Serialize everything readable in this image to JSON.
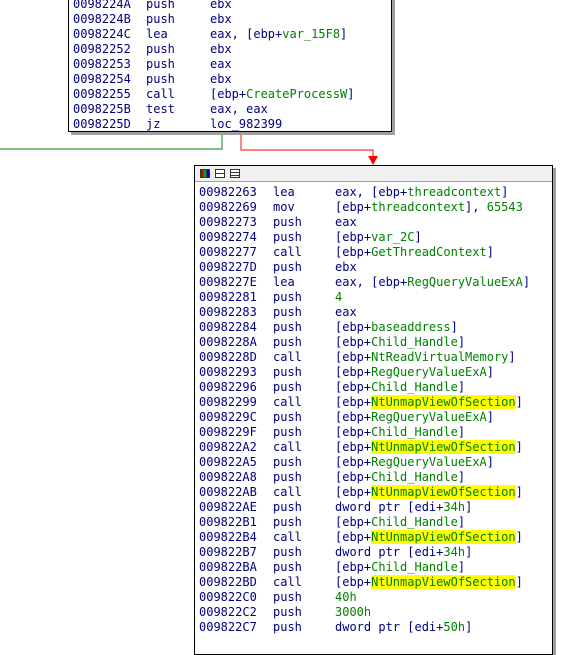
{
  "top_block": {
    "lines": [
      {
        "addr": "0098224A",
        "mnem": "push",
        "ops": [
          {
            "t": "ebx"
          }
        ]
      },
      {
        "addr": "0098224B",
        "mnem": "push",
        "ops": [
          {
            "t": "ebx"
          }
        ]
      },
      {
        "addr": "0098224C",
        "mnem": "lea",
        "ops": [
          {
            "t": "eax, [ebp+"
          },
          {
            "t": "var_15F8",
            "c": "green"
          },
          {
            "t": "]"
          }
        ]
      },
      {
        "addr": "00982252",
        "mnem": "push",
        "ops": [
          {
            "t": "ebx"
          }
        ]
      },
      {
        "addr": "00982253",
        "mnem": "push",
        "ops": [
          {
            "t": "eax"
          }
        ]
      },
      {
        "addr": "00982254",
        "mnem": "push",
        "ops": [
          {
            "t": "ebx"
          }
        ]
      },
      {
        "addr": "00982255",
        "mnem": "call",
        "ops": [
          {
            "t": "[ebp+"
          },
          {
            "t": "CreateProcessW",
            "c": "green"
          },
          {
            "t": "]"
          }
        ]
      },
      {
        "addr": "0098225B",
        "mnem": "test",
        "ops": [
          {
            "t": "eax, eax"
          }
        ]
      },
      {
        "addr": "0098225D",
        "mnem": "jz",
        "ops": [
          {
            "t": "loc_982399"
          }
        ]
      }
    ]
  },
  "bottom_block": {
    "header_icons": [
      "color-palette-icon",
      "graph-icon",
      "text-view-icon"
    ],
    "lines": [
      {
        "addr": "00982263",
        "mnem": "lea",
        "ops": [
          {
            "t": "eax, [ebp+"
          },
          {
            "t": "threadcontext",
            "c": "green"
          },
          {
            "t": "]"
          }
        ]
      },
      {
        "addr": "00982269",
        "mnem": "mov",
        "ops": [
          {
            "t": "[ebp+"
          },
          {
            "t": "threadcontext",
            "c": "green"
          },
          {
            "t": "], "
          },
          {
            "t": "65543",
            "c": "green"
          }
        ]
      },
      {
        "addr": "00982273",
        "mnem": "push",
        "ops": [
          {
            "t": "eax"
          }
        ]
      },
      {
        "addr": "00982274",
        "mnem": "push",
        "ops": [
          {
            "t": "[ebp+"
          },
          {
            "t": "var_2C",
            "c": "green"
          },
          {
            "t": "]"
          }
        ]
      },
      {
        "addr": "00982277",
        "mnem": "call",
        "ops": [
          {
            "t": "[ebp+"
          },
          {
            "t": "GetThreadContext",
            "c": "green"
          },
          {
            "t": "]"
          }
        ]
      },
      {
        "addr": "0098227D",
        "mnem": "push",
        "ops": [
          {
            "t": "ebx"
          }
        ]
      },
      {
        "addr": "0098227E",
        "mnem": "lea",
        "ops": [
          {
            "t": "eax, [ebp+"
          },
          {
            "t": "RegQueryValueExA",
            "c": "green"
          },
          {
            "t": "]"
          }
        ]
      },
      {
        "addr": "00982281",
        "mnem": "push",
        "ops": [
          {
            "t": "4",
            "c": "green"
          }
        ]
      },
      {
        "addr": "00982283",
        "mnem": "push",
        "ops": [
          {
            "t": "eax"
          }
        ]
      },
      {
        "addr": "00982284",
        "mnem": "push",
        "ops": [
          {
            "t": "[ebp+"
          },
          {
            "t": "baseaddress",
            "c": "green"
          },
          {
            "t": "]"
          }
        ]
      },
      {
        "addr": "0098228A",
        "mnem": "push",
        "ops": [
          {
            "t": "[ebp+"
          },
          {
            "t": "Child_Handle",
            "c": "green"
          },
          {
            "t": "]"
          }
        ]
      },
      {
        "addr": "0098228D",
        "mnem": "call",
        "ops": [
          {
            "t": "[ebp+"
          },
          {
            "t": "NtReadVirtualMemory",
            "c": "green"
          },
          {
            "t": "]"
          }
        ]
      },
      {
        "addr": "00982293",
        "mnem": "push",
        "ops": [
          {
            "t": "[ebp+"
          },
          {
            "t": "RegQueryValueExA",
            "c": "green"
          },
          {
            "t": "]"
          }
        ]
      },
      {
        "addr": "00982296",
        "mnem": "push",
        "ops": [
          {
            "t": "[ebp+"
          },
          {
            "t": "Child_Handle",
            "c": "green"
          },
          {
            "t": "]"
          }
        ]
      },
      {
        "addr": "00982299",
        "mnem": "call",
        "ops": [
          {
            "t": "[ebp+"
          },
          {
            "t": "NtUnmapViewOfSection",
            "c": "green",
            "hl": true
          },
          {
            "t": "]"
          }
        ]
      },
      {
        "addr": "0098229C",
        "mnem": "push",
        "ops": [
          {
            "t": "[ebp+"
          },
          {
            "t": "RegQueryValueExA",
            "c": "green"
          },
          {
            "t": "]"
          }
        ]
      },
      {
        "addr": "0098229F",
        "mnem": "push",
        "ops": [
          {
            "t": "[ebp+"
          },
          {
            "t": "Child_Handle",
            "c": "green"
          },
          {
            "t": "]"
          }
        ]
      },
      {
        "addr": "009822A2",
        "mnem": "call",
        "ops": [
          {
            "t": "[ebp+"
          },
          {
            "t": "NtUnmapViewOfSection",
            "c": "green",
            "hl": true
          },
          {
            "t": "]"
          }
        ]
      },
      {
        "addr": "009822A5",
        "mnem": "push",
        "ops": [
          {
            "t": "[ebp+"
          },
          {
            "t": "RegQueryValueExA",
            "c": "green"
          },
          {
            "t": "]"
          }
        ]
      },
      {
        "addr": "009822A8",
        "mnem": "push",
        "ops": [
          {
            "t": "[ebp+"
          },
          {
            "t": "Child_Handle",
            "c": "green"
          },
          {
            "t": "]"
          }
        ]
      },
      {
        "addr": "009822AB",
        "mnem": "call",
        "ops": [
          {
            "t": "[ebp+"
          },
          {
            "t": "NtUnmapViewOfSection",
            "c": "green",
            "hl": true
          },
          {
            "t": "]"
          }
        ]
      },
      {
        "addr": "009822AE",
        "mnem": "push",
        "ops": [
          {
            "t": "dword ptr [edi+"
          },
          {
            "t": "34h",
            "c": "green"
          },
          {
            "t": "]"
          }
        ]
      },
      {
        "addr": "009822B1",
        "mnem": "push",
        "ops": [
          {
            "t": "[ebp+"
          },
          {
            "t": "Child_Handle",
            "c": "green"
          },
          {
            "t": "]"
          }
        ]
      },
      {
        "addr": "009822B4",
        "mnem": "call",
        "ops": [
          {
            "t": "[ebp+"
          },
          {
            "t": "NtUnmapViewOfSection",
            "c": "green",
            "hl": true
          },
          {
            "t": "]"
          }
        ]
      },
      {
        "addr": "009822B7",
        "mnem": "push",
        "ops": [
          {
            "t": "dword ptr [edi+"
          },
          {
            "t": "34h",
            "c": "green"
          },
          {
            "t": "]"
          }
        ]
      },
      {
        "addr": "009822BA",
        "mnem": "push",
        "ops": [
          {
            "t": "[ebp+"
          },
          {
            "t": "Child_Handle",
            "c": "green"
          },
          {
            "t": "]"
          }
        ]
      },
      {
        "addr": "009822BD",
        "mnem": "call",
        "ops": [
          {
            "t": "[ebp+"
          },
          {
            "t": "NtUnmapViewOfSection",
            "c": "green",
            "hl": true
          },
          {
            "t": "]"
          }
        ]
      },
      {
        "addr": "009822C0",
        "mnem": "push",
        "ops": [
          {
            "t": "40h",
            "c": "green"
          }
        ]
      },
      {
        "addr": "009822C2",
        "mnem": "push",
        "ops": [
          {
            "t": "3000h",
            "c": "green"
          }
        ]
      },
      {
        "addr": "009822C7",
        "mnem": "push",
        "ops": [
          {
            "t": "dword ptr [edi+"
          },
          {
            "t": "50h",
            "c": "green"
          },
          {
            "t": "]"
          }
        ]
      }
    ]
  },
  "colors": {
    "text": "#000080",
    "name": "#008000",
    "highlight": "#ffff00",
    "edge_true": "#008000",
    "edge_false": "#ff0000"
  }
}
